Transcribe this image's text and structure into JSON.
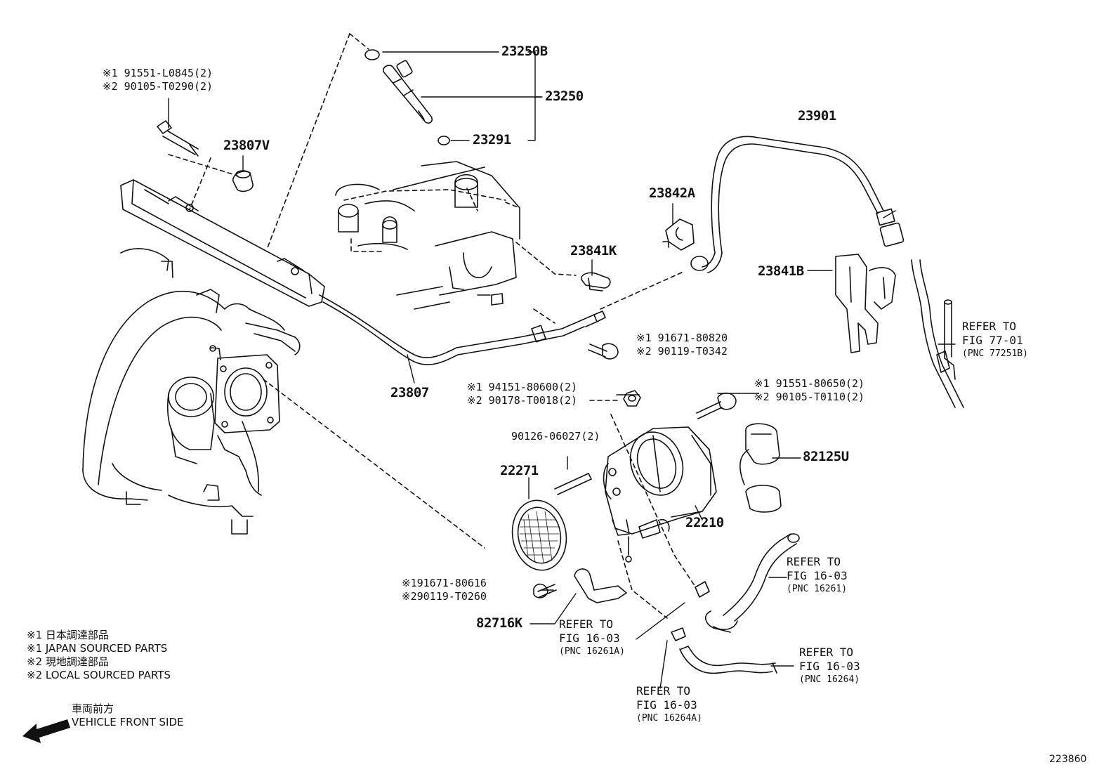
{
  "callouts": {
    "p23250B": "23250B",
    "p23250": "23250",
    "p23291": "23291",
    "p23807V": "23807V",
    "p23901": "23901",
    "p23842A": "23842A",
    "p23841K": "23841K",
    "p23841B": "23841B",
    "p23807": "23807",
    "p22271": "22271",
    "p82125U": "82125U",
    "p22210": "22210",
    "p82716K": "82716K"
  },
  "bolt_groups": {
    "top_left": [
      "※1 91551-L0845(2)",
      "※2 90105-T0290(2)"
    ],
    "mid_bolt": [
      "※1 91671-80820",
      "※2 90119-T0342"
    ],
    "nut": [
      "※1 94151-80600(2)",
      "※2 90178-T0018(2)"
    ],
    "tb_bolt": [
      "※1 91551-80650(2)",
      "※2 90105-T0110(2)"
    ],
    "stud": "90126-06027(2)",
    "bracket_bolt": [
      "※191671-80616",
      "※290119-T0260"
    ]
  },
  "refs": {
    "fig77": {
      "l1": "REFER TO",
      "l2": "FIG 77-01",
      "pnc": "(PNC 77251B)"
    },
    "fig16261": {
      "l1": "REFER TO",
      "l2": "FIG 16-03",
      "pnc": "(PNC 16261)"
    },
    "fig16261A": {
      "l1": "REFER TO",
      "l2": "FIG 16-03",
      "pnc": "(PNC 16261A)"
    },
    "fig16264": {
      "l1": "REFER TO",
      "l2": "FIG 16-03",
      "pnc": "(PNC 16264)"
    },
    "fig16264A": {
      "l1": "REFER TO",
      "l2": "FIG 16-03",
      "pnc": "(PNC 16264A)"
    }
  },
  "legend": {
    "line1": "※1  日本調達部品",
    "line2": "※1  JAPAN SOURCED PARTS",
    "line3": "※2  現地調達部品",
    "line4": "※2  LOCAL SOURCED PARTS",
    "front_jp": "車両前方",
    "front_en": "VEHICLE FRONT SIDE"
  },
  "figure_id": "223860"
}
